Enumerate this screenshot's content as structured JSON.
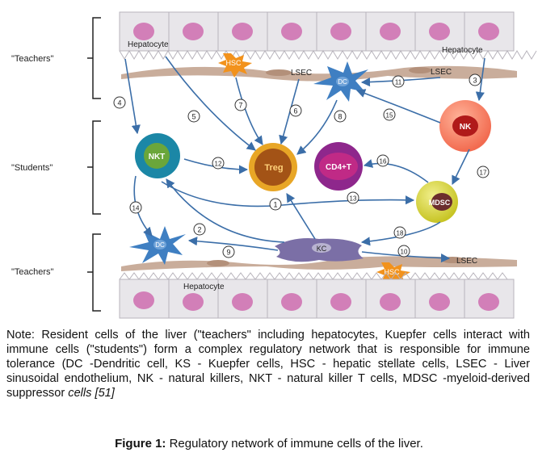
{
  "diagram": {
    "groups": {
      "teachers_top": "\"Teachers\"",
      "students": "\"Students\"",
      "teachers_bottom": "\"Teachers\""
    },
    "cells": {
      "hepatocyte_top_left": "Hepatocyte",
      "hepatocyte_top_right": "Hepatocyte",
      "hepatocyte_bottom": "Hepatocyte",
      "hsc_top": "HSC",
      "hsc_bottom": "HSC",
      "lsec_top_mid": "LSEC",
      "lsec_top_right": "LSEC",
      "lsec_bottom": "LSEC",
      "dc_top": "DC",
      "dc_bottom": "DC",
      "nk": "NK",
      "nkt": "NKT",
      "treg": "Treg",
      "cd4t": "CD4+T",
      "mdsc": "MDSC",
      "kc": "KC"
    },
    "arrows": [
      "1",
      "2",
      "3",
      "4",
      "5",
      "6",
      "7",
      "8",
      "9",
      "10",
      "11",
      "12",
      "13",
      "14",
      "15",
      "16",
      "17",
      "18"
    ],
    "colors": {
      "hepatocyte_fill": "#e8e6ea",
      "hepatocyte_nucleus": "#d27fb8",
      "lsec": "#c9ad9b",
      "dc": "#3f7fc2",
      "hsc": "#f2921c",
      "nk": "#f26a4f",
      "nkt": "#1b87a6",
      "treg": "#e8a626",
      "cd4t": "#8e278c",
      "mdsc": "#c7c424",
      "kc": "#7b6fa6",
      "arrow": "#3b6ea8"
    }
  },
  "note": {
    "text": "Note: Resident cells of the liver (\"teachers\" including hepatocytes, Kuepfer cells interact with immune cells (\"students\") form a complex regulatory network that is responsible for immune tolerance (DC -Dendritic cell, KS - Kuepfer cells, HSC - hepatic stellate cells, LSEC - Liver sinusoidal endothelium, NK - natural killers, NKT - natural killer T cells, MDSC -myeloid-derived suppressor",
    "italic": "cells [51]"
  },
  "caption": {
    "label": "Figure 1:",
    "text": " Regulatory network of immune cells of the liver."
  }
}
